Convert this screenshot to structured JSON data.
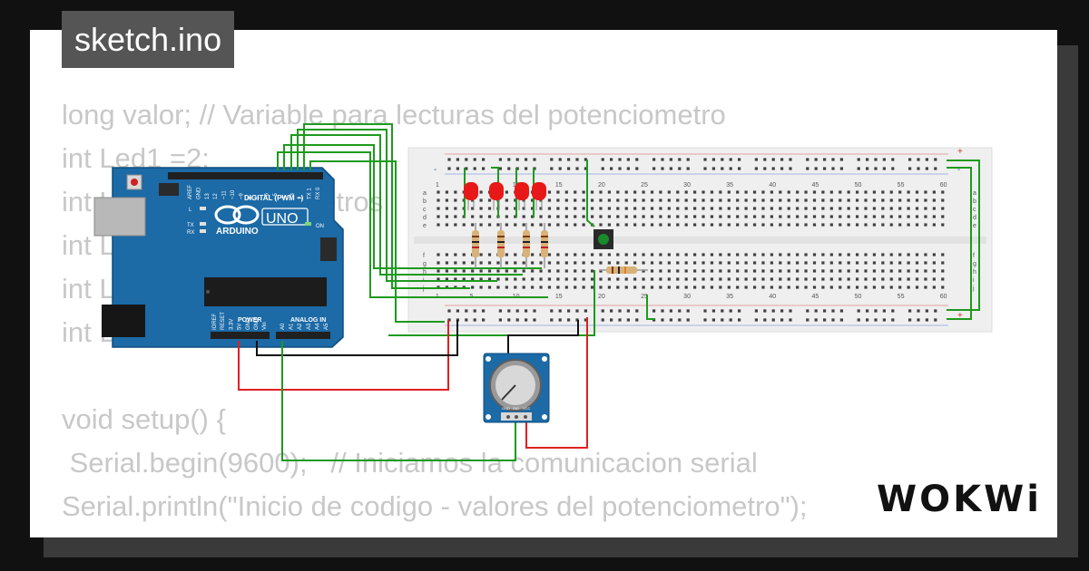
{
  "file_tab": {
    "label": "sketch.ino"
  },
  "code_lines": [
    "long valor; // Variable para lecturas del potenciometro",
    "int Led1 =2;",
    "int Led2 =3; // parametros",
    "int Led3 =4;",
    "int Led4 =5;",
    "int Boton =6;",
    "",
    "void setup() {",
    " Serial.begin(9600);   // Iniciamos la comunicacion serial",
    "Serial.println(\"Inicio de codigo - valores del potenciometro\");"
  ],
  "brand": {
    "name": "WOKWi"
  },
  "arduino": {
    "model": "UNO",
    "brand": "ARDUINO",
    "digital_header": "DIGITAL (PWM ~)",
    "power_header": "POWER",
    "analog_header": "ANALOG IN",
    "on_label": "ON",
    "tx_label": "TX",
    "rx_label": "RX",
    "l_label": "L",
    "digital_pins": [
      "AREF",
      "GND",
      "13",
      "12",
      "~11",
      "~10",
      "~9",
      "8",
      "7",
      "~6",
      "~5",
      "4",
      "~3",
      "2",
      "TX 1",
      "RX 0"
    ],
    "power_pins": [
      "IOREF",
      "RESET",
      "3.3V",
      "5V",
      "GND",
      "GND",
      "Vin"
    ],
    "analog_pins": [
      "A0",
      "A1",
      "A2",
      "A3",
      "A4",
      "A5"
    ]
  },
  "breadboard": {
    "column_numbers": [
      "1",
      "5",
      "10",
      "15",
      "20",
      "25",
      "30",
      "35",
      "40",
      "45",
      "50",
      "55",
      "60"
    ],
    "row_letters_top": [
      "a",
      "b",
      "c",
      "d",
      "e"
    ],
    "row_letters_bottom": [
      "f",
      "g",
      "h",
      "i",
      "j"
    ],
    "rail_plus": "+",
    "rail_minus": "-"
  },
  "potentiometer": {
    "pin_labels": [
      "GND",
      "SIG",
      "VCC"
    ]
  },
  "colors": {
    "wire_green": "#1e9a1e",
    "wire_red": "#e02020",
    "wire_black": "#111111",
    "arduino_blue": "#1c6aa6",
    "led_red": "#e81818",
    "button_green": "#1a8a2a"
  }
}
